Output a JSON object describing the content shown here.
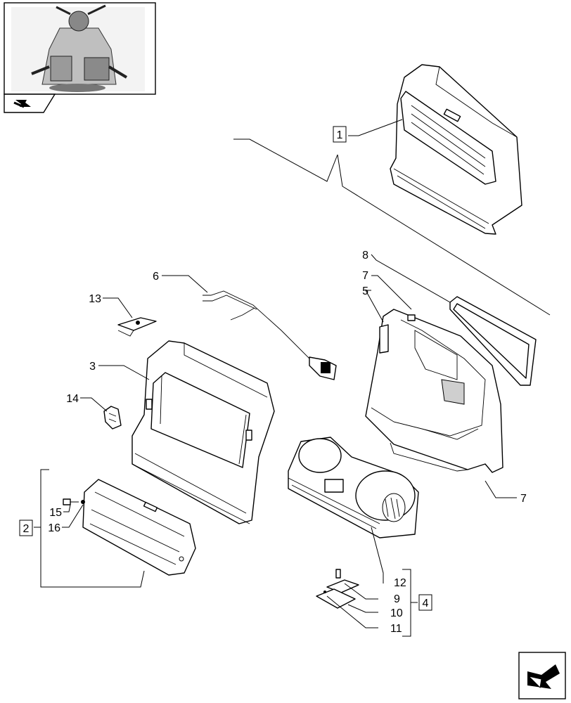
{
  "labels": {
    "p1": "1",
    "p2": "2",
    "p3": "3",
    "p4": "4",
    "p5": "5",
    "p6": "6",
    "p7a": "7",
    "p7b": "7",
    "p8": "8",
    "p9": "9",
    "p10": "10",
    "p11": "11",
    "p12": "12",
    "p13": "13",
    "p14": "14",
    "p15": "15",
    "p16": "16"
  },
  "icons": {
    "thumbnail": "tractor-cab-thumbnail",
    "nav_top": "arrow-icon",
    "nav_bottom": "next-page-arrow-icon"
  }
}
